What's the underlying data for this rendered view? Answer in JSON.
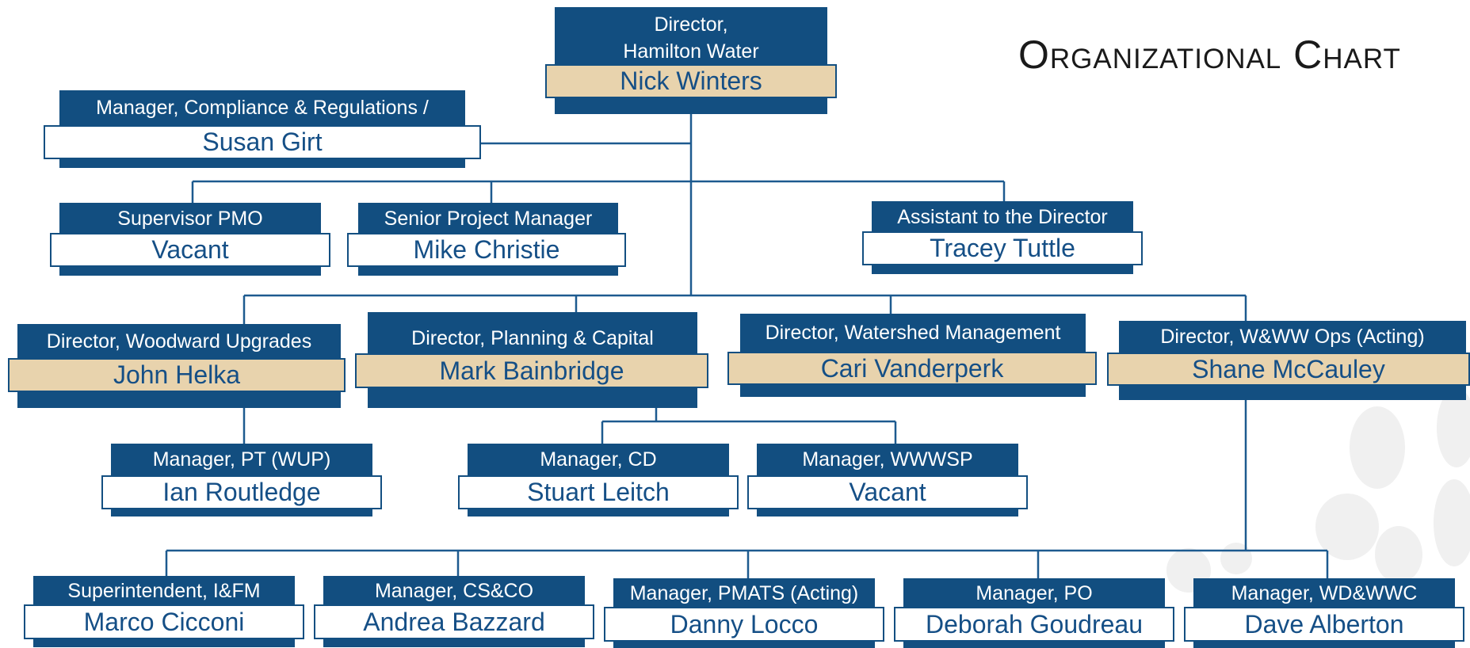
{
  "title": "Organizational Chart",
  "colors": {
    "header": "#124e80",
    "name_text": "#154f86",
    "leader_fill": "#e8d3ad",
    "line": "#1d5a8f"
  },
  "director": {
    "title_line1": "Director,",
    "title_line2": "Hamilton Water",
    "name": "Nick Winters"
  },
  "compliance": {
    "title": "Manager, Compliance & Regulations /",
    "name": "Susan Girt"
  },
  "supervisor_pmo": {
    "title": "Supervisor PMO",
    "name": "Vacant"
  },
  "senior_pm": {
    "title": "Senior Project Manager",
    "name": "Mike Christie"
  },
  "assistant": {
    "title": "Assistant to the Director",
    "name": "Tracey Tuttle"
  },
  "dir_woodward": {
    "title": "Director, Woodward Upgrades",
    "name": "John Helka"
  },
  "dir_planning": {
    "title": "Director, Planning & Capital",
    "name": "Mark Bainbridge"
  },
  "dir_watershed": {
    "title": "Director, Watershed Management",
    "name": "Cari Vanderperk"
  },
  "dir_ops": {
    "title": "Director, W&WW Ops (Acting)",
    "name": "Shane McCauley"
  },
  "mgr_pt": {
    "title": "Manager, PT (WUP)",
    "name": "Ian Routledge"
  },
  "mgr_cd": {
    "title": "Manager, CD",
    "name": "Stuart Leitch"
  },
  "mgr_wwwsp": {
    "title": "Manager, WWWSP",
    "name": "Vacant"
  },
  "superintendent": {
    "title": "Superintendent, I&FM",
    "name": "Marco Cicconi"
  },
  "mgr_csco": {
    "title": "Manager, CS&CO",
    "name": "Andrea Bazzard"
  },
  "mgr_pmats": {
    "title": "Manager, PMATS (Acting)",
    "name": "Danny Locco"
  },
  "mgr_po": {
    "title": "Manager, PO",
    "name": "Deborah Goudreau"
  },
  "mgr_wdwwc": {
    "title": "Manager, WD&WWC",
    "name": "Dave Alberton"
  }
}
